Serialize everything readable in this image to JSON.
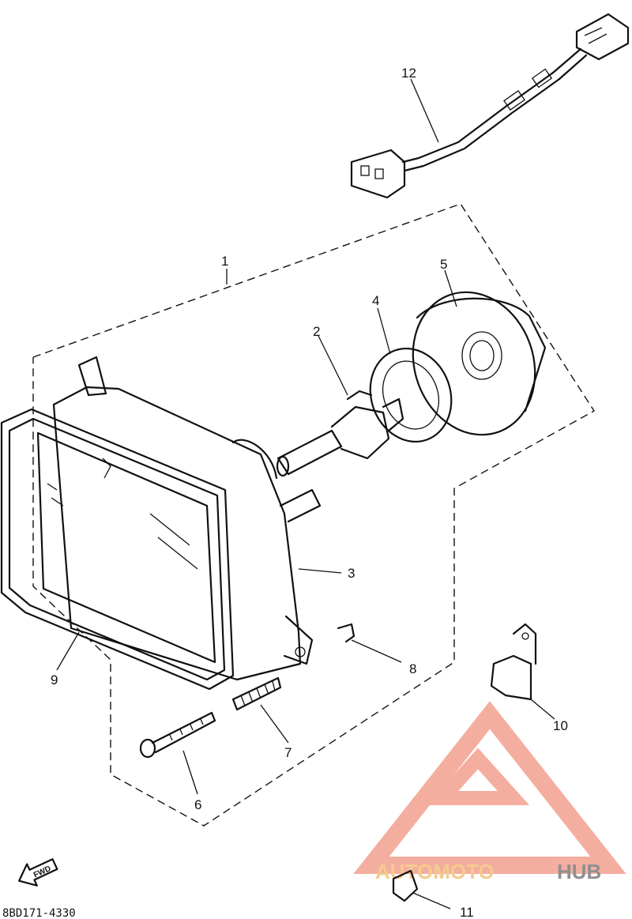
{
  "callouts": [
    "1",
    "2",
    "3",
    "4",
    "5",
    "6",
    "7",
    "8",
    "9",
    "10",
    "11",
    "12"
  ],
  "fwd_label": "FWD",
  "diagram_code": "8BD171-4330",
  "watermark": {
    "word_part1": "AUTOMOTO",
    "word_part2": "HUB",
    "color_primary": "#f08a78",
    "color_accent": "#f3c27a",
    "color_dark": "#7d7d7d"
  }
}
